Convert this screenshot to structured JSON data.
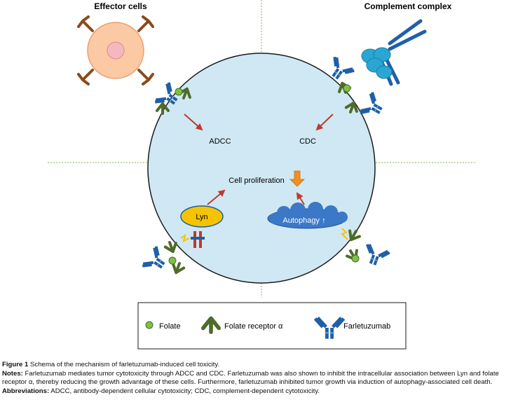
{
  "quadrants": {
    "top_left_title": "Effector cells",
    "top_right_title": "Complement complex"
  },
  "cell": {
    "adcc": "ADCC",
    "cdc": "CDC",
    "proliferation": "Cell proliferation",
    "lyn": "Lyn",
    "autophagy": "Autophagy ↑"
  },
  "legend": {
    "folate": "Folate",
    "folate_receptor": "Folate receptor α",
    "farletuzumab": "Farletuzumab"
  },
  "caption": {
    "figure_label": "Figure 1",
    "figure_text": " Schema of the mechanism of farletuzumab-induced cell toxicity.",
    "notes_label": "Notes:",
    "notes_line1": " Farletuzumab mediates tumor cytotoxicity through ADCC and CDC. Farletuzumab was also shown to inhibit the intracellular association between Lyn and folate",
    "notes_line2": "receptor α, thereby reducing the growth advantage of these cells. Furthermore, farletuzumab inhibited tumor growth via induction of autophagy-associated cell death.",
    "abbrev_label": "Abbreviations:",
    "abbrev_text": " ADCC, antibody-dependent cellular cytotoxicity; CDC, complement-dependent cytotoxicity."
  },
  "colors": {
    "cell_fill": "#cfe8f4",
    "cell_stroke": "#1a1a1a",
    "effector_fill": "#fbc9a4",
    "effector_stroke": "#e8a070",
    "nucleus_fill": "#f6b8c0",
    "receptor_brown": "#8b4a1c",
    "antibody_blue": "#1f5fa8",
    "antibody_light": "#9cc3e4",
    "folate_receptor_green": "#4f6b2a",
    "folate_green": "#7cc242",
    "arrow_red": "#c0392b",
    "lyn_fill": "#f5c400",
    "autophagy_fill": "#3b78c8",
    "complement_fill": "#29a6d4",
    "guide_green": "#8ab645"
  }
}
